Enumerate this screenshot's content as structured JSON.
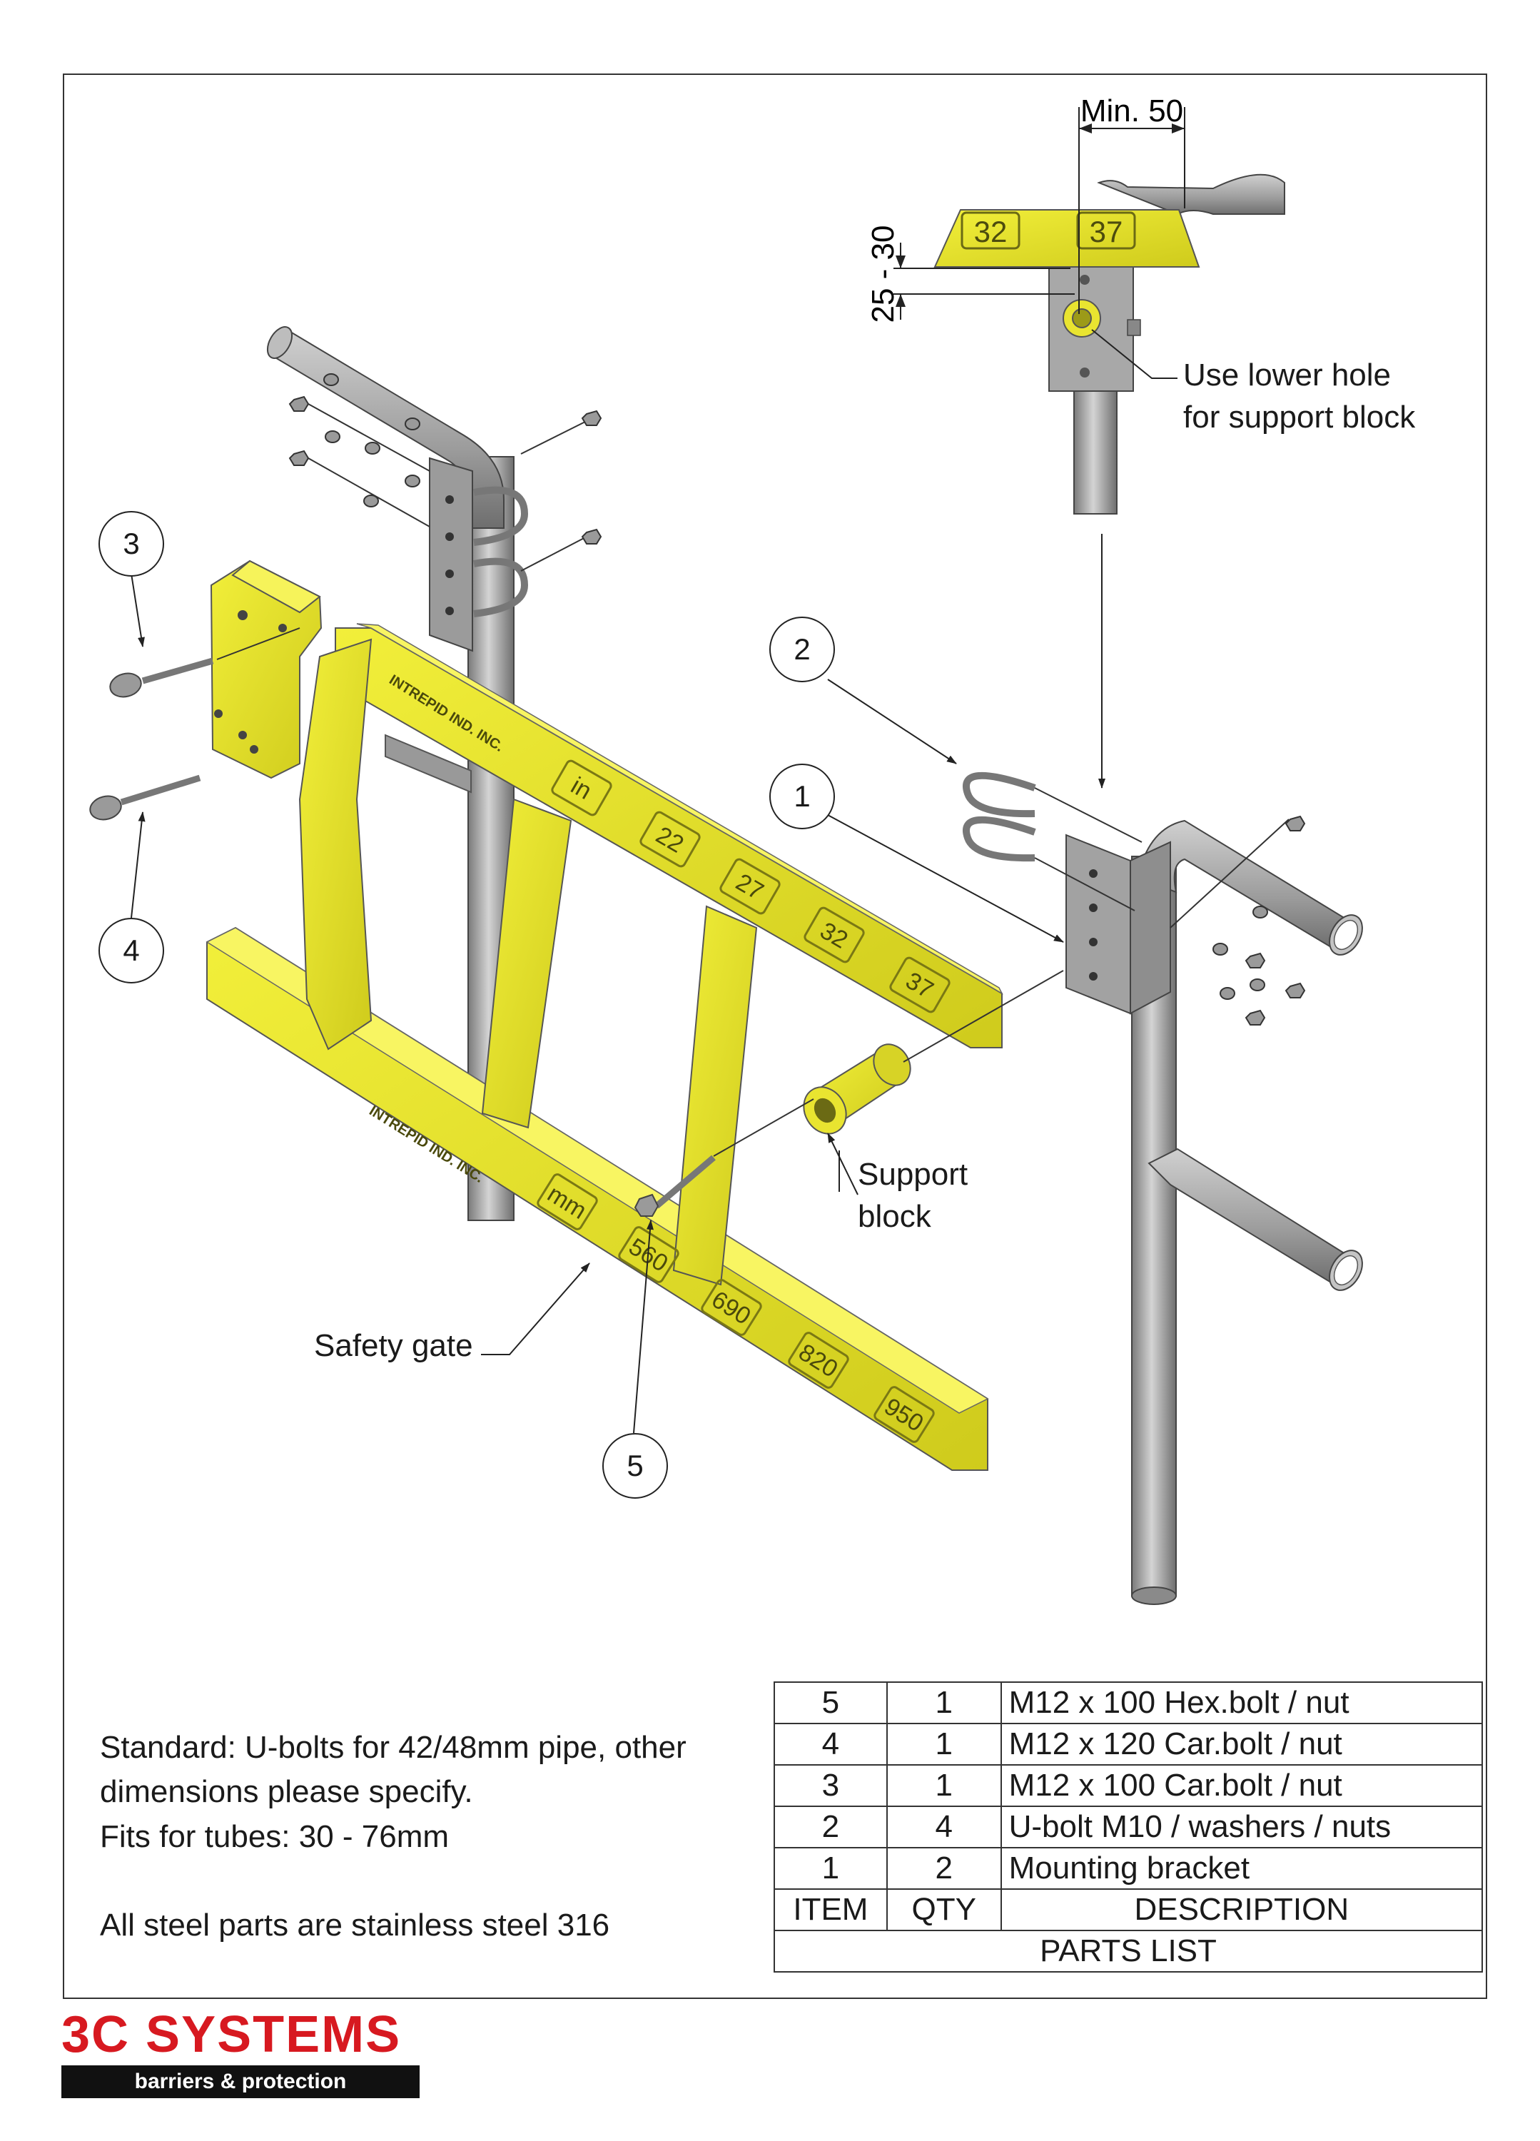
{
  "dimensions": {
    "min_width": "Min. 50",
    "height_range": "25 - 30"
  },
  "labels": {
    "lower_hole_line1": "Use lower hole",
    "lower_hole_line2": "for support block",
    "support_block_line1": "Support",
    "support_block_line2": "block",
    "safety_gate": "Safety gate"
  },
  "detail_marks": {
    "left": "32",
    "right": "37"
  },
  "gate_marks": {
    "inch_unit": "in",
    "inch_values": [
      "22",
      "27",
      "32",
      "37"
    ],
    "mm_unit": "mm",
    "mm_values": [
      "560",
      "690",
      "820",
      "950"
    ],
    "brand_text": "INTREPID IND. INC."
  },
  "callouts": [
    "1",
    "2",
    "3",
    "4",
    "5"
  ],
  "notes": [
    "Standard: U-bolts for 42/48mm pipe, other",
    "dimensions please specify.",
    "Fits for tubes: 30 - 76mm",
    "",
    "All steel parts are stainless steel 316"
  ],
  "parts_list": {
    "rows": [
      {
        "item": "5",
        "qty": "1",
        "description": "M12 x 100 Hex.bolt / nut"
      },
      {
        "item": "4",
        "qty": "1",
        "description": "M12 x 120 Car.bolt  / nut"
      },
      {
        "item": "3",
        "qty": "1",
        "description": "M12 x 100 Car.bolt  / nut"
      },
      {
        "item": "2",
        "qty": "4",
        "description": "U-bolt M10 / washers / nuts"
      },
      {
        "item": "1",
        "qty": "2",
        "description": "Mounting bracket"
      }
    ],
    "header": {
      "item": "ITEM",
      "qty": "QTY",
      "description": "DESCRIPTION"
    },
    "title": "PARTS LIST"
  },
  "logo": {
    "name": "3C SYSTEMS",
    "tagline": "barriers & protection"
  },
  "colors": {
    "yellow": "#e3e024",
    "yellow_dark": "#b9b61a",
    "steel": "#a9a9a9",
    "steel_dark": "#7c7c7c",
    "brand_red": "#d71920"
  }
}
